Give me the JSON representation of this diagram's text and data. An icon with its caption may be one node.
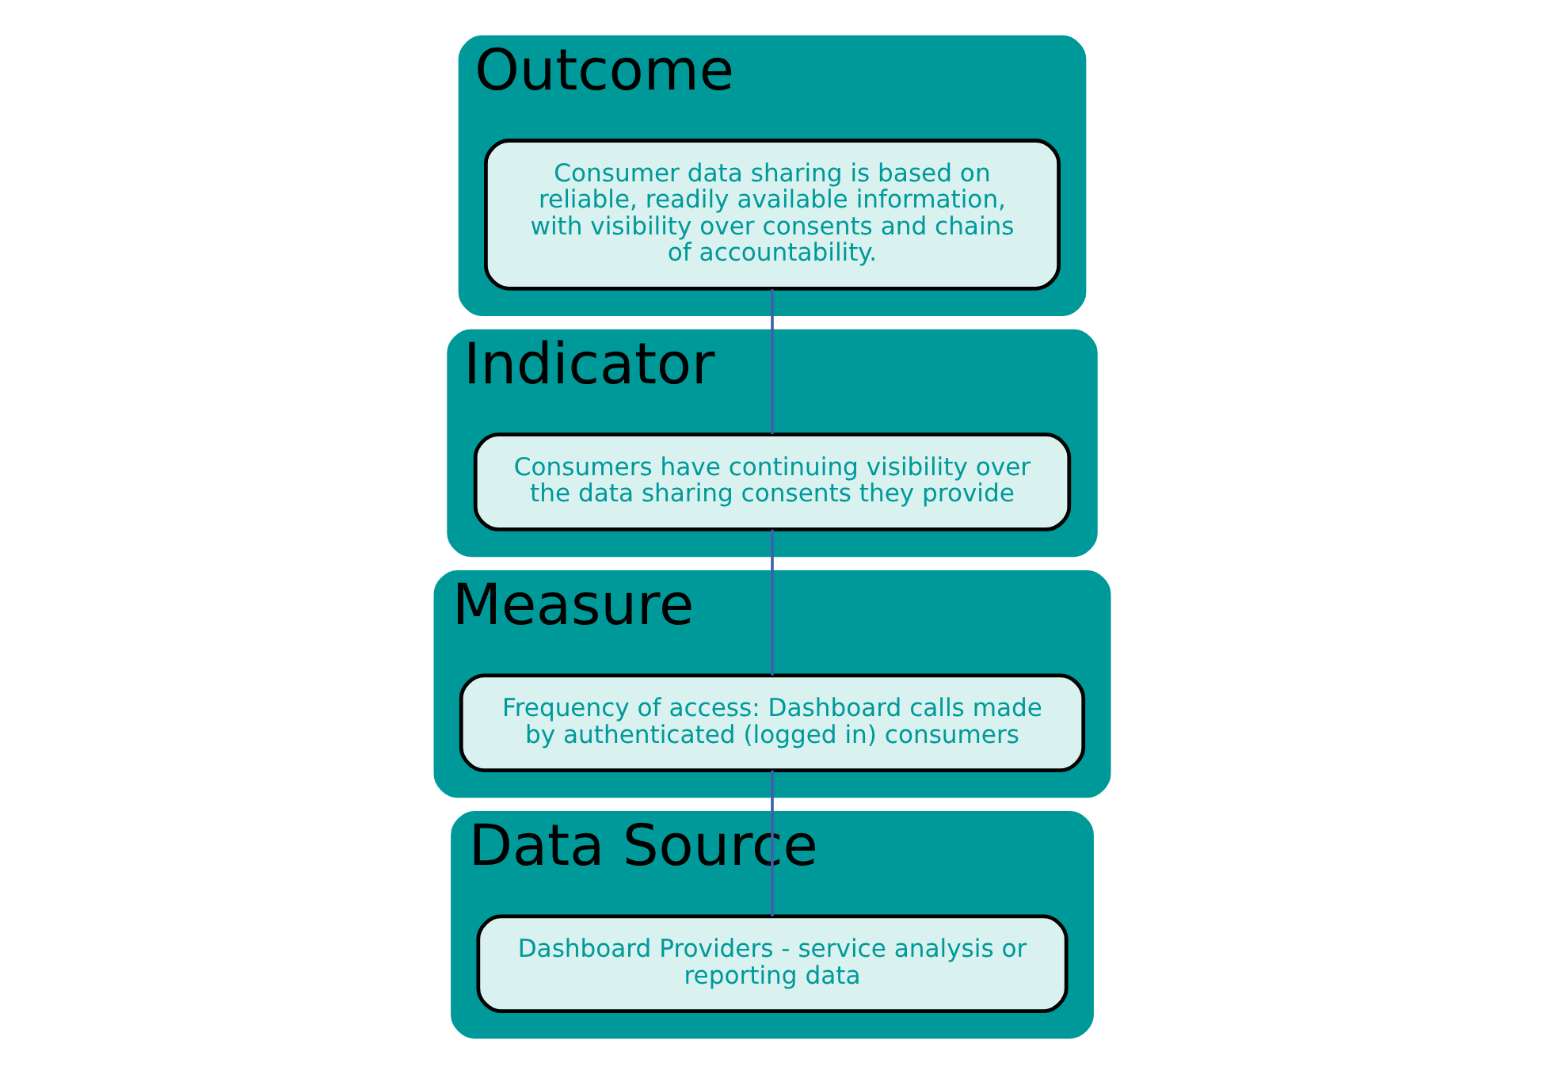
{
  "diagram": {
    "nodes": [
      {
        "text": [
          "Outcome"
        ]
      },
      {
        "text": [
          "Consumer data sharing is based on reliable, readily available information, with visibility over consents and chains of accountability."
        ],
        "in": 0
      },
      {
        "text": [
          "Indicator"
        ]
      },
      {
        "text": [
          "Consumers have continuing visibility over the data sharing consents they provide"
        ],
        "in": 2
      },
      {
        "text": [
          "Measure"
        ]
      },
      {
        "text": [
          "Frequency of access: Dashboard calls made by authenticated (logged in) consumers"
        ],
        "in": 4
      },
      {
        "text": [
          "Data Source"
        ]
      },
      {
        "text": [
          "Dashboard Providers - service analysis or reporting data"
        ],
        "in": 6
      }
    ],
    "edges": [
      {
        "from": 1,
        "to": 3,
        "arrow": "none"
      },
      {
        "from": 3,
        "to": 5,
        "arrow": "none"
      },
      {
        "from": 5,
        "to": 7,
        "arrow": "none"
      }
    ]
  }
}
